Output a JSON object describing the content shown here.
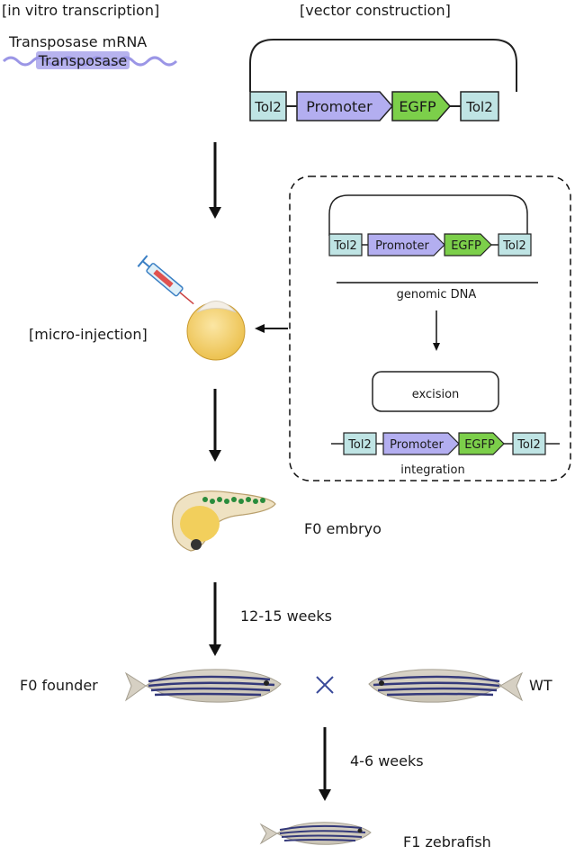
{
  "headings": {
    "in_vitro": "[in vitro transcription]",
    "vector": "[vector  construction]"
  },
  "mrna": {
    "title": "Transposase mRNA",
    "label": "Transposase"
  },
  "vector_top": {
    "tol2_left": "Tol2",
    "promoter": "Promoter",
    "egfp": "EGFP",
    "tol2_right": "Tol2"
  },
  "inset": {
    "tol2_left": "Tol2",
    "promoter": "Promoter",
    "egfp": "EGFP",
    "tol2_right": "Tol2",
    "genomic_dna": "genomic DNA",
    "excision": "excision",
    "int_tol2_left": "Tol2",
    "int_promoter": "Promoter",
    "int_egfp": "EGFP",
    "int_tol2_right": "Tol2",
    "integration": "integration"
  },
  "steps": {
    "micro_injection": "[micro-injection]",
    "f0_embryo": "F0 embryo",
    "weeks_1": "12-15 weeks",
    "f0_founder": "F0 founder",
    "wt": "WT",
    "weeks_2": "4-6 weeks",
    "f1": "F1 zebrafish"
  },
  "colors": {
    "tol2": "#bfe4e4",
    "promoter": "#b3aef0",
    "egfp": "#7ccf4a",
    "mrna": "#b7b3ee",
    "yolk": "#f3cf6a",
    "cross": "#3a4a9a"
  }
}
